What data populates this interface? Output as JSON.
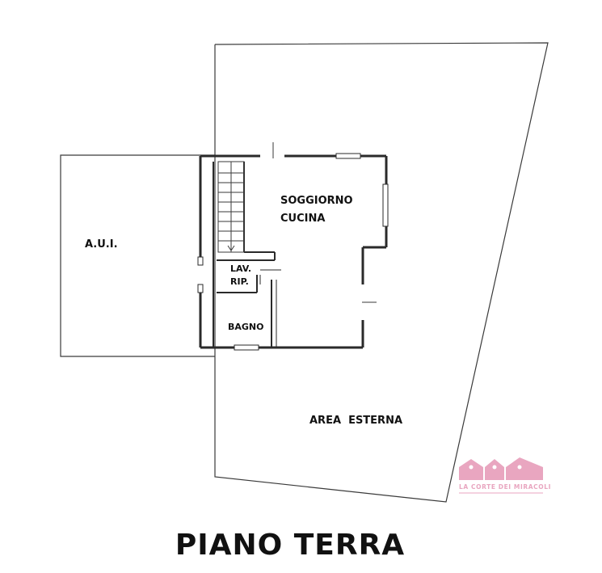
{
  "rooms": {
    "aui": "A.U.I.",
    "soggiorno": "SOGGIORNO",
    "cucina": "CUCINA",
    "lav": "LAV.",
    "rip": "RIP.",
    "bagno": "BAGNO",
    "area_esterna": "AREA  ESTERNA"
  },
  "title": "PIANO TERRA",
  "logo": {
    "text": "LA CORTE DEI MIRACOLI",
    "color": "#e9a6c0"
  },
  "colors": {
    "line": "#3a3a3a",
    "wall": "#2a2a2a"
  }
}
